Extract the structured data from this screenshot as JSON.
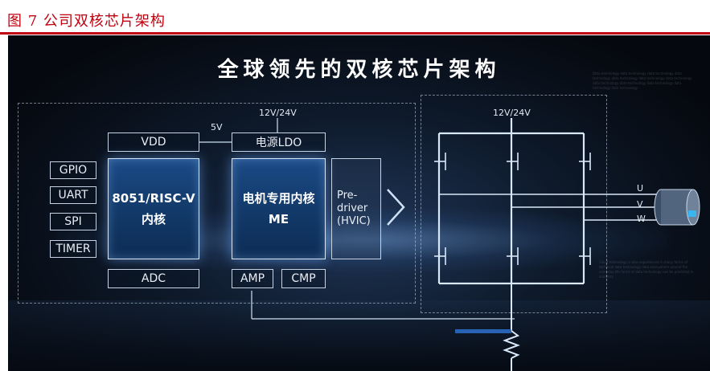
{
  "caption": "图 7  公司双核芯片架构",
  "title": "全球领先的双核芯片架构",
  "mcu": {
    "vdd": "VDD",
    "adc": "ADC",
    "core_line1": "8051/RISC-V",
    "core_line2": "内核",
    "io": [
      "GPIO",
      "UART",
      "SPI",
      "TIMER"
    ]
  },
  "motor": {
    "ldo": "电源LDO",
    "core_line1": "电机专用内核",
    "core_line2": "ME",
    "amp": "AMP",
    "cmp": "CMP"
  },
  "predriver": {
    "line1": "Pre-",
    "line2": "driver",
    "line3": "(HVIC)"
  },
  "labels": {
    "v5": "5V",
    "v_left": "12V/24V",
    "v_right": "12V/24V",
    "u": "U",
    "v": "V",
    "w": "W"
  },
  "colors": {
    "caption": "#c0000f",
    "core": "#123968",
    "line": "#cfe1f5"
  }
}
